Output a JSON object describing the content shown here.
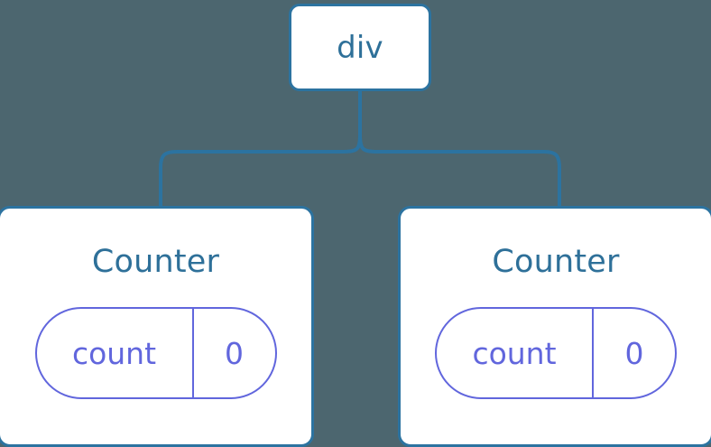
{
  "diagram": {
    "type": "component-tree",
    "background_color": "#4c666f",
    "node_border_color": "#2c73a0",
    "node_title_color": "#2e7099",
    "state_pill_color": "#6166dd",
    "connector_color": "#2c73a0"
  },
  "root": {
    "label": "div"
  },
  "children": [
    {
      "title": "Counter",
      "state": {
        "key": "count",
        "value": "0"
      }
    },
    {
      "title": "Counter",
      "state": {
        "key": "count",
        "value": "0"
      }
    }
  ]
}
